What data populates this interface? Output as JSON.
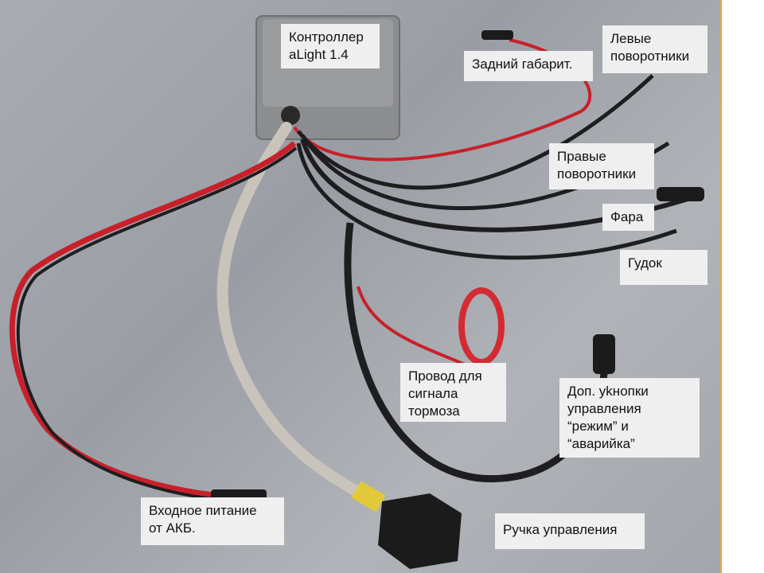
{
  "labels": {
    "controller": "Контроллер\naLight 1.4",
    "rear_light": "Задний габарит.",
    "left_turn": "Левые\nповоротники",
    "right_turn": "Правые\nповоротники",
    "headlight": "Фара",
    "horn": "Гудок",
    "brake_wire": "Провод для\nсигнала\nтормоза",
    "extra_buttons": "Доп. уkнопки\nуправления\n“режим” и\n“аварийка”",
    "power_input": "Входное питание\nот АКБ.",
    "control_handle": "Ручка управления"
  },
  "colors": {
    "red_wire": "#c8202a",
    "black_wire": "#1e1e20",
    "grey_cable": "#c9c4bb",
    "box": "#8e8f90",
    "border": "#e8a73a"
  }
}
